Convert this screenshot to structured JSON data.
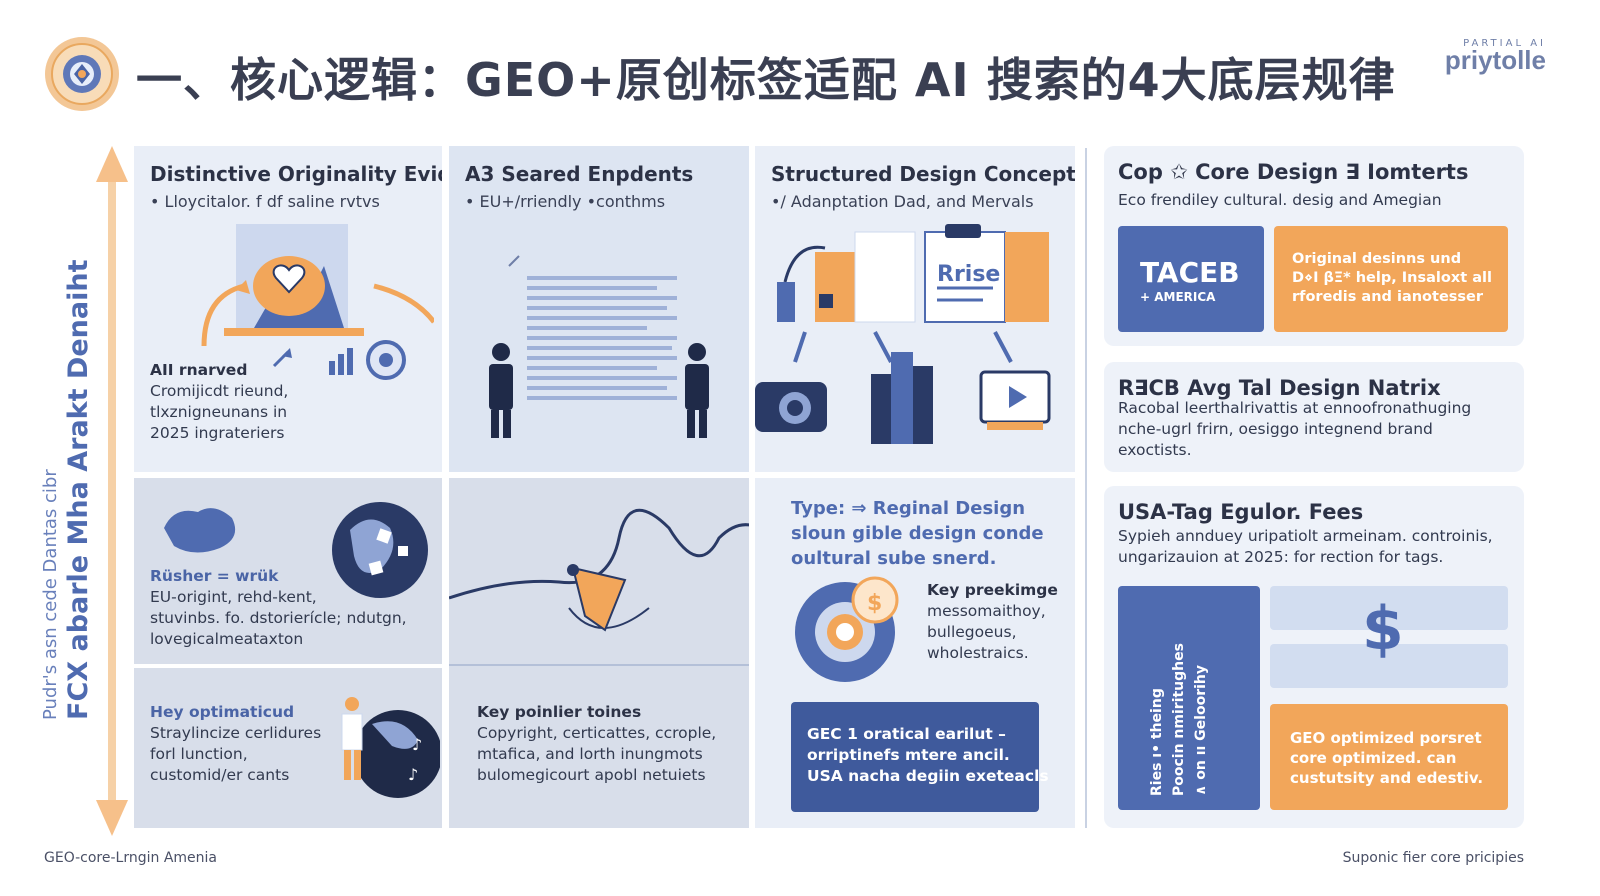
{
  "header": {
    "title": "一、核心逻辑：GEO+原创标签适配 AI 搜索的4大底层规律",
    "brand_top": "PARTIAL AI",
    "brand_name": "priytolle"
  },
  "axis": {
    "line1": "Pudr's asn cede Dantas cibr",
    "line2": "FCX abarle Mha Arakt Denaiht"
  },
  "panels": {
    "p1": {
      "title": "Distinctive Originality Evidence",
      "sub": "• Lloycitalor. f df saline rvtvs",
      "note_head": "AII rnarved",
      "note_lines": [
        "Cromijicdt rieund,",
        "tlxznigneunans in",
        "2025 ingrateriers"
      ]
    },
    "p2": {
      "title": "A3 Seared Enpdents",
      "sub": "• EU+∕rriendly •conthms"
    },
    "p3": {
      "title": "Structured Design Concepts",
      "sub": "•∕ Adanptation Dad, and Mervals",
      "doc_label": "Rrise"
    },
    "p4": {
      "head": "Rüsher = wrük",
      "lines": [
        "EU-origint, rehd-kent,",
        "stuvinbs. fo. dstorierícle; ndutgn,",
        "lovegicalmeataxton"
      ]
    },
    "p5": {
      "head": "Hey optimaticud",
      "lines": [
        "Straylincize cerlidures",
        "forl lunction,",
        "customid/er cants"
      ]
    },
    "p6": {
      "head": "Key poinlier toines",
      "lines": [
        "Copyright, certicattes, ccrople,",
        "mtafica, and lorth inungmots",
        "bulomegicourt apobl netuiets"
      ]
    },
    "p7": {
      "head_lines": [
        "Type: ⇒ Reginal Design",
        "sloun gible design conde",
        "oultural sube snerd."
      ],
      "key_head": "Key preekimge",
      "key_lines": [
        "messomaithoy,",
        "bullegoeus,",
        "wholestraics."
      ],
      "box_lines": [
        "GEC 1 oratical earilut  –",
        "orriptinefs mtere ancil.",
        "USA nacha degiin exeteacls"
      ]
    }
  },
  "right": {
    "card1": {
      "title": "Cop ✩ Core Design ∃ Iomterts",
      "sub": "Eco frendiley cultural. desig and Amegian",
      "blue_big": "TACEB",
      "blue_small": "+ AMERICA",
      "orange_lines": [
        "Original desinns und",
        "D⋄I βΞ* help, Insaloxt all",
        "rforedis and ianotesser"
      ]
    },
    "card2": {
      "title": "R∃CB Avg Tal Design Natrix",
      "lines": [
        "Racobal leerthalrivattis at ennoofronathuging",
        "nche-ugrl frirn, oesiggo integnend brand",
        "exoctists."
      ]
    },
    "card3": {
      "title": "USA-Tag Egulor. Fees",
      "lines": [
        "Sypieh annduey uripatiolt armeinam. controinis,",
        "ungarizauion at 2025: for rection for tags."
      ],
      "vertical_lines": [
        "Ries ı• theing",
        "Poocin nmiritughes",
        "∧ on ıı Geloorihy"
      ],
      "orange_lines": [
        "GEO optimized porsret",
        "core optimized. can",
        "custutsity and edestiv."
      ],
      "dollar": "$"
    }
  },
  "footer": {
    "left": "GEO-core-Lrngin Amenia",
    "right": "Suponic fier core pricipies"
  },
  "colors": {
    "accent_blue": "#4f6bb0",
    "accent_orange": "#f2a65a",
    "navy": "#2a3a66"
  }
}
